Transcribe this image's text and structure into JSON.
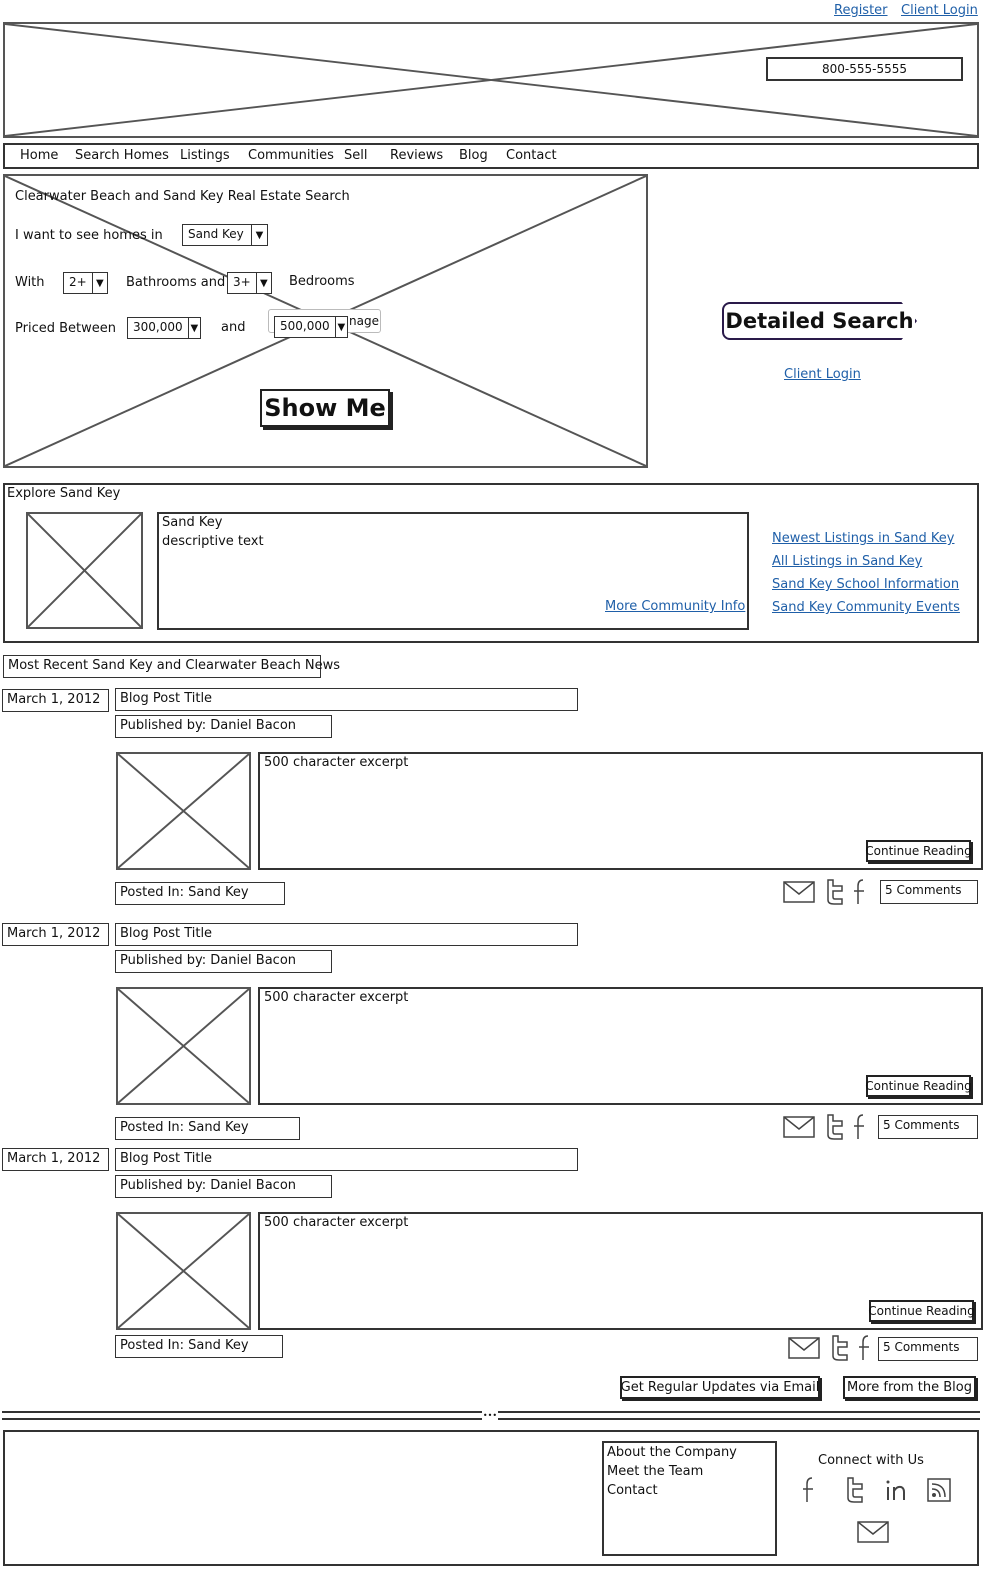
{
  "top_links": {
    "register": "Register",
    "client_login": "Client Login"
  },
  "header": {
    "phone": "800-555-5555"
  },
  "nav": [
    "Home",
    "Search Homes",
    "Listings",
    "Communities",
    "Sell",
    "Reviews",
    "Blog",
    "Contact"
  ],
  "search": {
    "title": "Clearwater Beach and Sand Key Real Estate Search",
    "want_label": "I want to see homes in",
    "location": "Sand Key",
    "with_label": "With",
    "bathrooms": "2+",
    "bathrooms_label": "Bathrooms and",
    "bedrooms": "3+",
    "bedrooms_label": "Bedrooms",
    "priced_label": "Priced Between",
    "price_min": "300,000",
    "and_label": "and",
    "price_max": "500,000",
    "image_label": "nage",
    "submit": "Show Me"
  },
  "aside": {
    "detailed_search": "Detailed Search",
    "client_login": "Client Login"
  },
  "explore": {
    "title": "Explore Sand Key",
    "name": "Sand Key",
    "desc": "descriptive text",
    "more": "More Community Info",
    "links": [
      "Newest Listings in Sand Key",
      "All Listings in Sand Key",
      "Sand Key School Information",
      "Sand Key Community Events"
    ]
  },
  "news": {
    "title": "Most Recent Sand Key and Clearwater Beach News",
    "posts": [
      {
        "date": "March 1, 2012",
        "title": "Blog Post Title",
        "author": "Published by: Daniel Bacon",
        "excerpt": "500 character excerpt",
        "continue": "Continue Reading",
        "posted_in": "Posted In: Sand Key",
        "comments": "5 Comments"
      },
      {
        "date": "March 1, 2012",
        "title": "Blog Post Title",
        "author": "Published by: Daniel Bacon",
        "excerpt": "500 character excerpt",
        "continue": "Continue Reading",
        "posted_in": "Posted In: Sand Key",
        "comments": "5 Comments"
      },
      {
        "date": "March 1, 2012",
        "title": "Blog Post Title",
        "author": "Published by: Daniel Bacon",
        "excerpt": "500 character excerpt",
        "continue": "Continue Reading",
        "posted_in": "Posted In: Sand Key",
        "comments": "5 Comments"
      }
    ],
    "email_updates": "Get Regular Updates via Email",
    "more_blog": "More from the Blog"
  },
  "footer": {
    "links": [
      "About the Company",
      "Meet the Team",
      "Contact"
    ],
    "connect": "Connect with Us",
    "icons": [
      "facebook-icon",
      "twitter-icon",
      "linkedin-icon",
      "rss-icon",
      "email-icon"
    ]
  }
}
